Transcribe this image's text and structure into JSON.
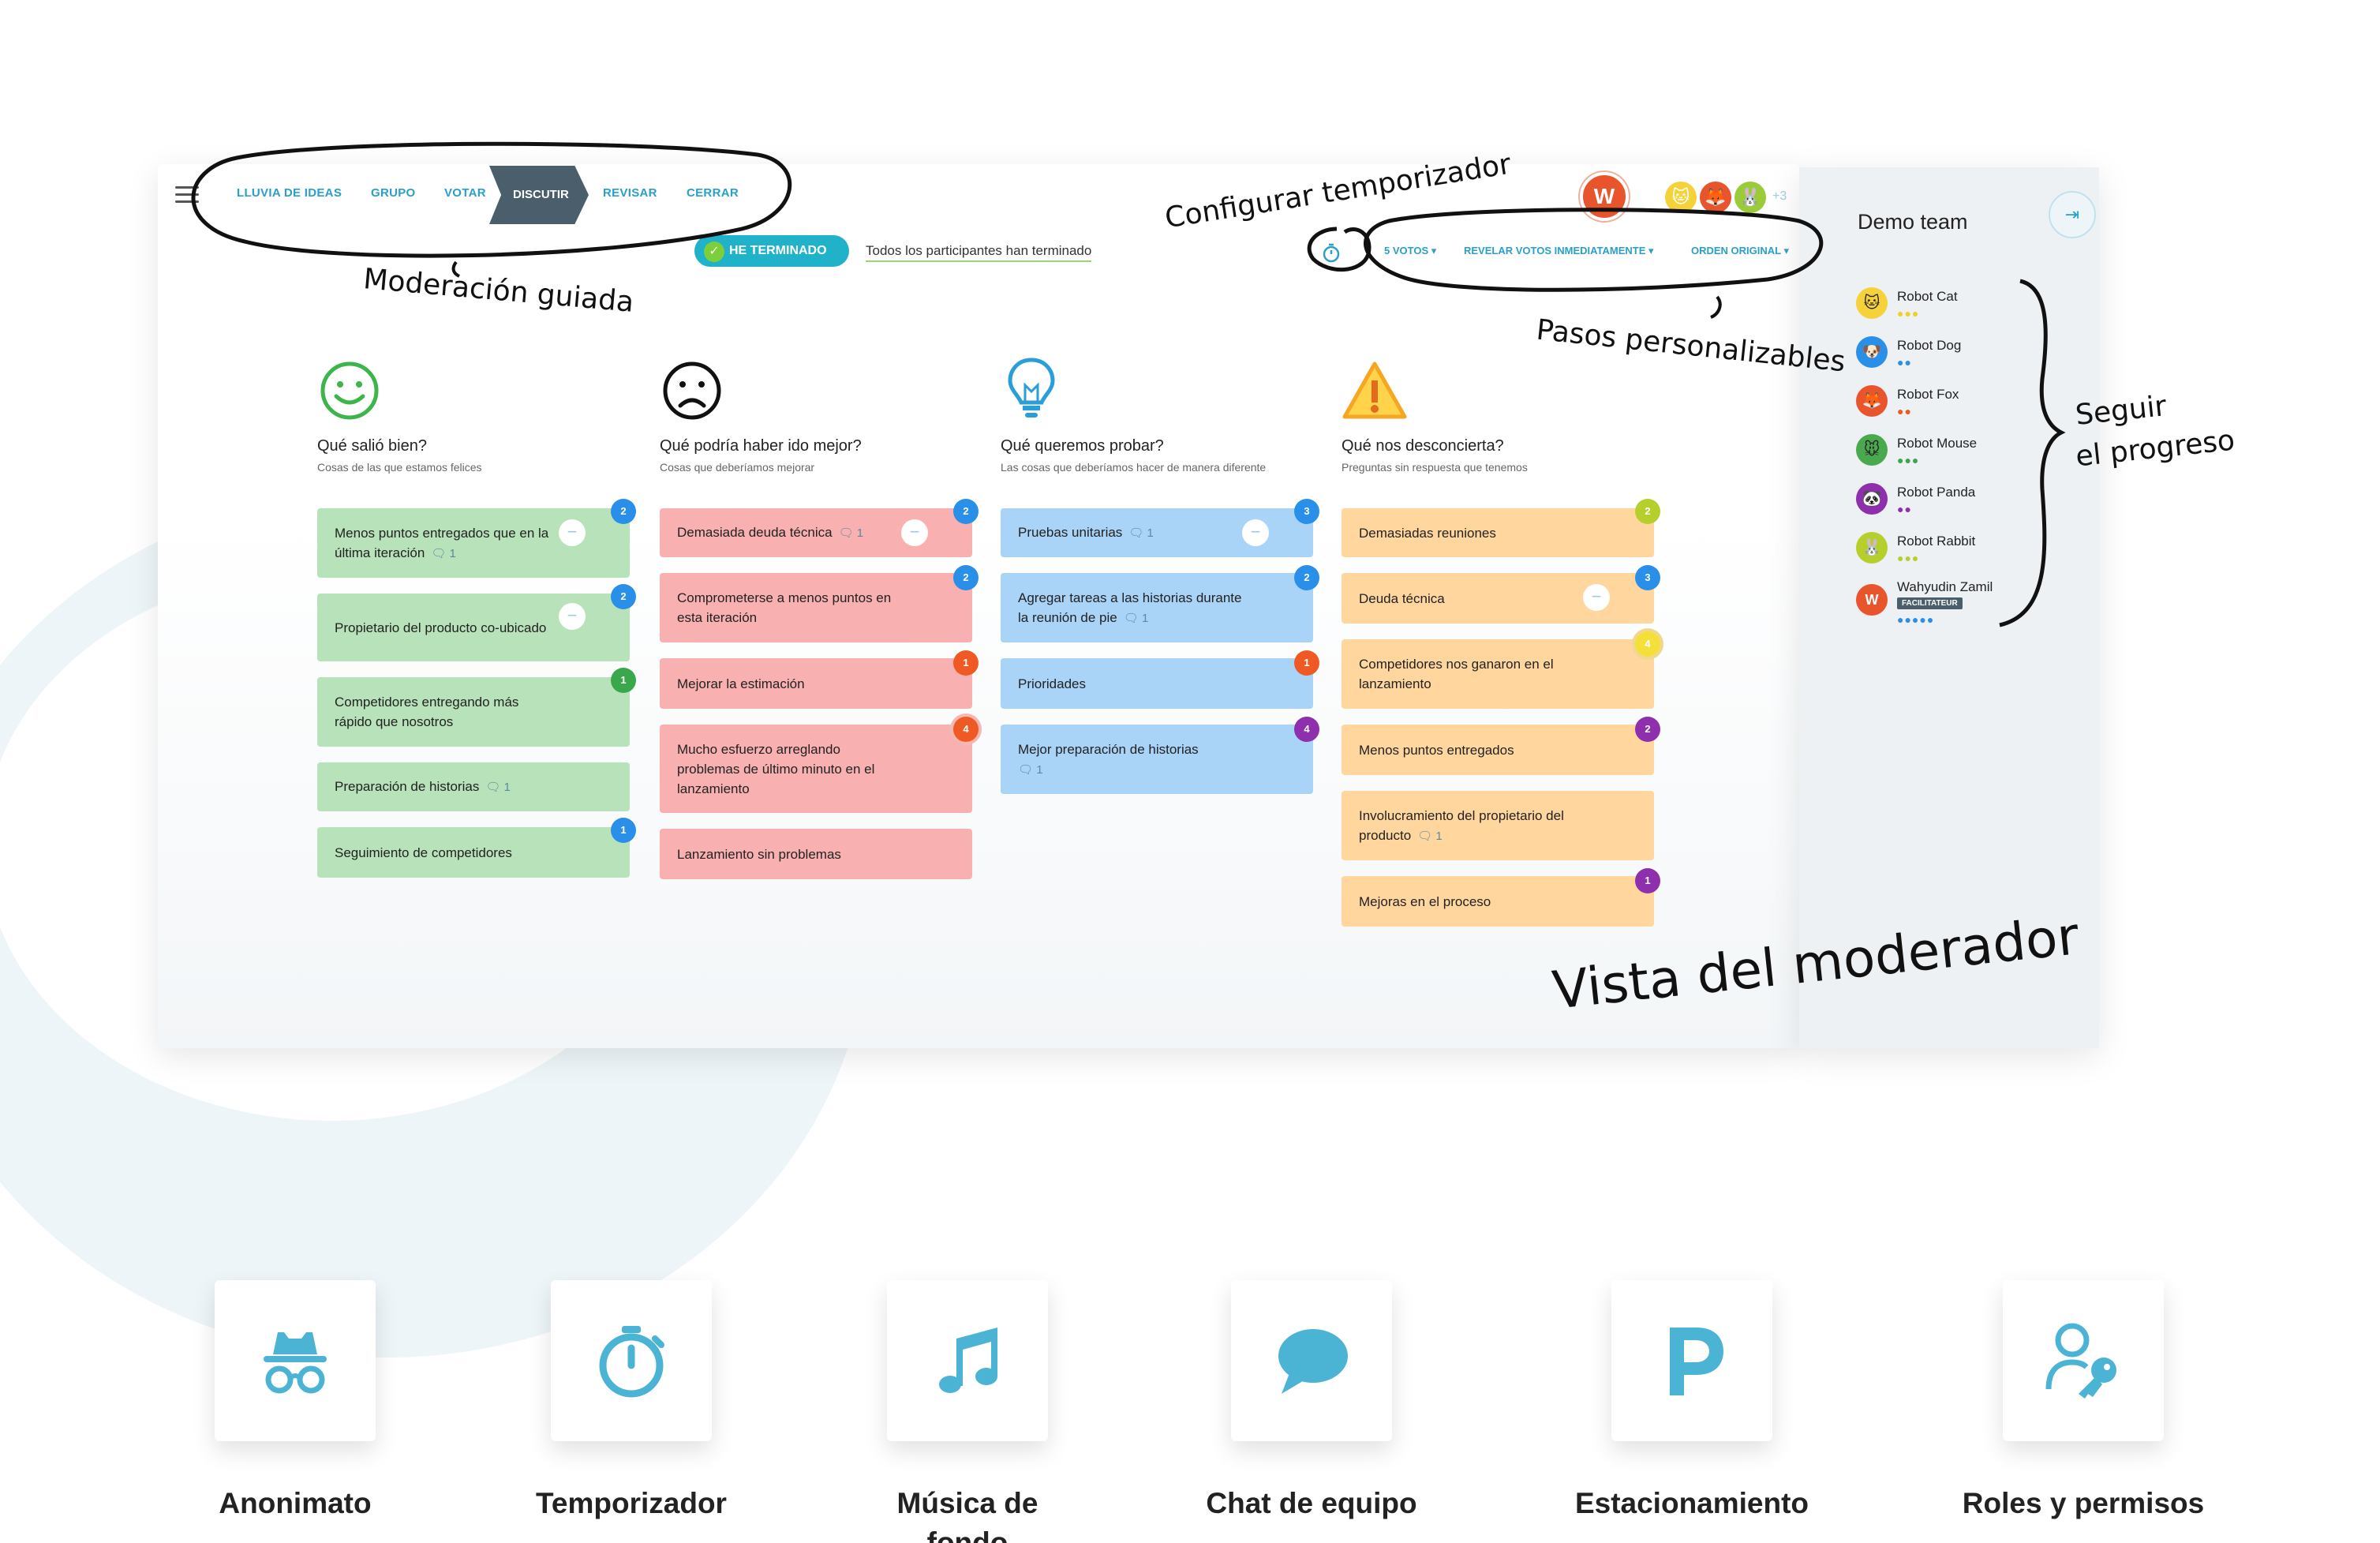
{
  "nav": {
    "steps": [
      "LLUVIA DE IDEAS",
      "GRUPO",
      "VOTAR",
      "DISCUTIR",
      "REVISAR",
      "CERRAR"
    ],
    "active_step": "DISCUTIR"
  },
  "status": {
    "done_button": "HE TERMINADO",
    "all_finished": "Todos los participantes han terminado"
  },
  "options": {
    "votes": "5 VOTOS ▾",
    "reveal": "REVELAR VOTOS INMEDIATAMENTE ▾",
    "order": "ORDEN ORIGINAL ▾"
  },
  "header": {
    "user_initial": "W",
    "more_users": "+3"
  },
  "columns": [
    {
      "title": "Qué salió bien?",
      "subtitle": "Cosas de las que estamos felices",
      "icon": "smile-icon",
      "cards": [
        {
          "text": "Menos puntos entregados que en la última iteración",
          "comments": "1",
          "votes": "2"
        },
        {
          "text": "Propietario del producto co-ubicado",
          "comments": "",
          "votes": "2"
        },
        {
          "text": "Competidores entregando más rápido que nosotros",
          "comments": "",
          "votes": "1"
        },
        {
          "text": "Preparación de historias",
          "comments": "1",
          "votes": ""
        },
        {
          "text": "Seguimiento de competidores",
          "comments": "",
          "votes": "1"
        }
      ]
    },
    {
      "title": "Qué podría haber ido mejor?",
      "subtitle": "Cosas que deberíamos mejorar",
      "icon": "sad-icon",
      "cards": [
        {
          "text": "Demasiada deuda técnica",
          "comments": "1",
          "votes": "2"
        },
        {
          "text": "Comprometerse a menos puntos en esta iteración",
          "comments": "",
          "votes": "2"
        },
        {
          "text": "Mejorar la estimación",
          "comments": "",
          "votes": "1"
        },
        {
          "text": "Mucho esfuerzo arreglando problemas de último minuto en el lanzamiento",
          "comments": "",
          "votes": "4"
        },
        {
          "text": "Lanzamiento sin problemas",
          "comments": "",
          "votes": ""
        }
      ]
    },
    {
      "title": "Qué queremos probar?",
      "subtitle": "Las cosas que deberíamos hacer de manera diferente",
      "icon": "lightbulb-icon",
      "cards": [
        {
          "text": "Pruebas unitarias",
          "comments": "1",
          "votes": "3"
        },
        {
          "text": "Agregar tareas a las historias durante la reunión de pie",
          "comments": "1",
          "votes": "2"
        },
        {
          "text": "Prioridades",
          "comments": "",
          "votes": "1"
        },
        {
          "text": "Mejor preparación de historias",
          "comments": "1",
          "votes": "4"
        }
      ]
    },
    {
      "title": "Qué nos desconcierta?",
      "subtitle": "Preguntas sin respuesta que tenemos",
      "icon": "warning-icon",
      "cards": [
        {
          "text": "Demasiadas reuniones",
          "comments": "",
          "votes": "2"
        },
        {
          "text": "Deuda técnica",
          "comments": "",
          "votes": "3"
        },
        {
          "text": "Competidores nos ganaron en el lanzamiento",
          "comments": "",
          "votes": "4"
        },
        {
          "text": "Menos puntos entregados",
          "comments": "",
          "votes": "2"
        },
        {
          "text": "Involucramiento del propietario del producto",
          "comments": "1",
          "votes": ""
        },
        {
          "text": "Mejoras en el proceso",
          "comments": "",
          "votes": "1"
        }
      ]
    }
  ],
  "team": {
    "title": "Demo team",
    "members": [
      {
        "name": "Robot Cat",
        "dots": "●●●"
      },
      {
        "name": "Robot Dog",
        "dots": "●●"
      },
      {
        "name": "Robot Fox",
        "dots": "●●"
      },
      {
        "name": "Robot Mouse",
        "dots": "●●●"
      },
      {
        "name": "Robot Panda",
        "dots": "●●"
      },
      {
        "name": "Robot Rabbit",
        "dots": "●●●"
      },
      {
        "name": "Wahyudin Zamil",
        "dots": "●●●●●",
        "role": "FACILITATEUR",
        "initial": "W"
      }
    ]
  },
  "annotations": {
    "guided": "Moderación guiada",
    "timer": "Configurar temporizador",
    "steps": "Pasos personalizables",
    "progress_1": "Seguir",
    "progress_2": "el progreso",
    "moderator_view": "Vista del moderador"
  },
  "features": [
    {
      "label": "Anonimato",
      "icon": "incognito-icon"
    },
    {
      "label": "Temporizador",
      "icon": "stopwatch-icon"
    },
    {
      "label": "Música de fondo",
      "icon": "music-note-icon"
    },
    {
      "label": "Chat de equipo",
      "icon": "chat-bubble-icon"
    },
    {
      "label": "Estacionamiento",
      "icon": "parking-icon"
    },
    {
      "label": "Roles y permisos",
      "icon": "user-key-icon"
    }
  ],
  "colors": {
    "accent": "#2aa0c8",
    "active_step": "#4a5f6b",
    "good": "#b8e2b9",
    "bad": "#f8b0b0",
    "try": "#a9d3f7",
    "puzzle": "#ffd79e",
    "icon": "#4bb3d4"
  }
}
